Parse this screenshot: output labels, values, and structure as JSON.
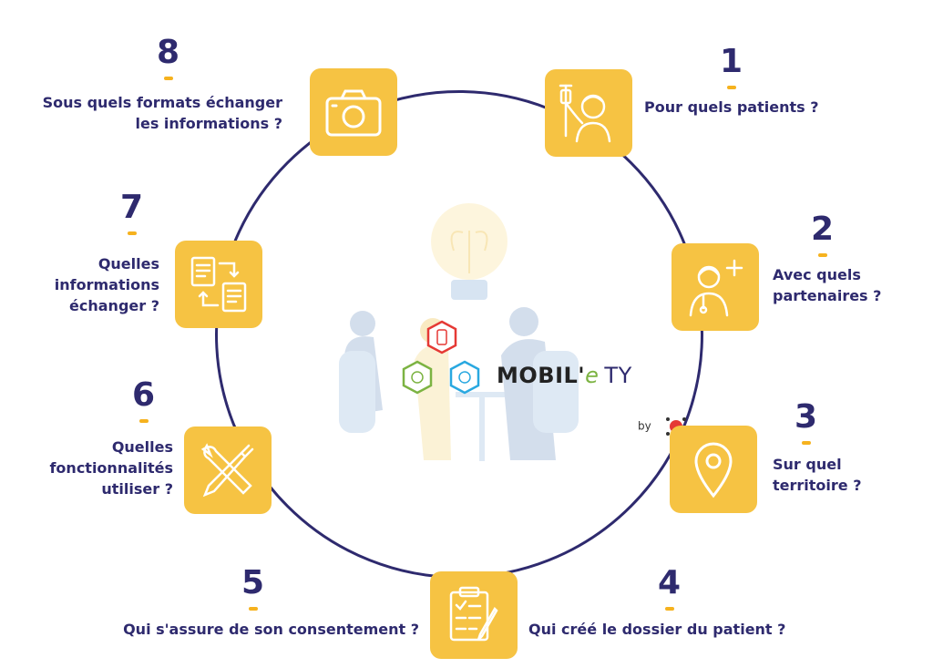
{
  "steps": [
    {
      "num": "1",
      "question": "Pour quels patients ?",
      "icon": "patient-iv-icon"
    },
    {
      "num": "2",
      "question": "Avec quels\npartenaires ?",
      "icon": "doctor-icon"
    },
    {
      "num": "3",
      "question": "Sur quel\nterritoire ?",
      "icon": "location-pin-icon"
    },
    {
      "num": "4",
      "question": "Qui créé le dossier du patient ?",
      "icon": "clipboard-checklist-icon"
    },
    {
      "num": "5",
      "question": "Qui s'assure de son consentement ?",
      "icon": ""
    },
    {
      "num": "6",
      "question": "Quelles\nfonctionnalités\nutiliser ?",
      "icon": "tools-icon"
    },
    {
      "num": "7",
      "question": "Quelles\ninformations\néchanger ?",
      "icon": "document-exchange-icon"
    },
    {
      "num": "8",
      "question": "Sous quels formats échanger\nles informations ?",
      "icon": "camera-icon"
    }
  ],
  "brand": {
    "name": "MOBIL'",
    "e": "e",
    "suffix": "TY",
    "by": "by"
  },
  "colors": {
    "accent": "#f6c343",
    "ink": "#2e2a6e",
    "dash": "#f6b21e"
  }
}
